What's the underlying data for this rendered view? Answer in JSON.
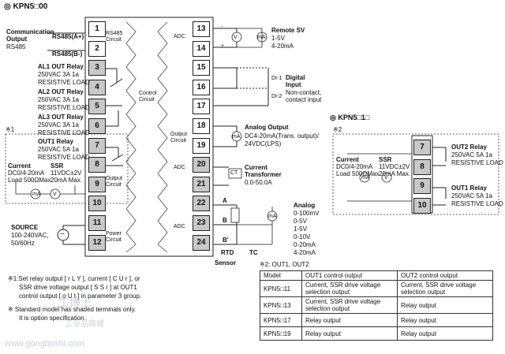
{
  "titles": {
    "main": "◎ KPN5□00",
    "right": "◎ KPN5□1□",
    "note1_mark": "※1",
    "note2_mark": "※2"
  },
  "terminals_left": [
    "1",
    "2",
    "3",
    "4",
    "5",
    "6",
    "7",
    "8",
    "9",
    "10",
    "11",
    "12"
  ],
  "terminals_right": [
    "13",
    "14",
    "15",
    "16",
    "17",
    "18",
    "19",
    "20",
    "21",
    "22",
    "23",
    "24"
  ],
  "terminals_sub": [
    "7",
    "8",
    "9",
    "10"
  ],
  "block_labels": {
    "rs485_circuit": [
      "RS485",
      "Circuit"
    ],
    "control_circuit": [
      "Control",
      "Circuit"
    ],
    "output_circuit": [
      "Output",
      "Circuit"
    ],
    "power_circuit": [
      "Power",
      "Circuit"
    ],
    "output_circuit_right": [
      "Output",
      "Circuit"
    ],
    "adc_13": "ADC",
    "adc_20": "ADC",
    "adc_23": "ADC"
  },
  "left_labels": {
    "comm_title": [
      "Communication",
      "Output"
    ],
    "comm_sub": "RS485",
    "rs485_a": "RS485(A+)",
    "rs485_b": "RS485(B-)",
    "al1_title": "AL1 OUT Relay",
    "al1_l1": "250VAC 3A 1a",
    "al1_l2": "RESISTIVE LOAD",
    "al2_title": "AL2 OUT Relay",
    "al2_l1": "250VAC 3A 1a",
    "al2_l2": "RESISTIVE LOAD",
    "al3_title": "AL3 OUT Relay",
    "al3_l1": "250VAC 3A 1a",
    "al3_l2": "RESISTIVE LOAD",
    "out1_title": "OUT1 Relay",
    "out1_l1": "250VAC 5A 1a",
    "out1_l2": "RESISTIVE LOAD",
    "current_title": "Current",
    "current_l1": "DC0/4-20mA",
    "current_l2": "Load 500ΩMax.",
    "ssr_title": "SSR",
    "ssr_l1": "11VDC±2V",
    "ssr_l2": "20mA Max.",
    "source_title": "SOURCE",
    "source_l1": "100-240VAC,",
    "source_l2": "50/60Hz"
  },
  "right_labels": {
    "remote_title": "Remote SV",
    "remote_l1": "1-5V",
    "remote_l2": "4-20mA",
    "digital_title": [
      "Digital",
      "Input"
    ],
    "digital_l1": "Non-contact,",
    "digital_l2": "contact input",
    "di1": "DI-1",
    "di2": "DI-2",
    "analog_out_title": "Analog Output",
    "analog_out_l1": "DC4-20mA(Trans. output)/",
    "analog_out_l2": "24VDC(LPS)",
    "ct_title": [
      "Current",
      "Transformer"
    ],
    "ct_l1": "0.0-50.0A",
    "ct_box": "CT",
    "analog_title": "Analog",
    "analog_ranges": [
      "0-100mV",
      "0-5V",
      "1-5V",
      "0-10V",
      "0-20mA",
      "4-20mA"
    ],
    "rtd_a": "A",
    "rtd_b": "B",
    "rtd_bp": "B'",
    "rtd": "RTD",
    "tc": "TC",
    "sensor": "Sensor"
  },
  "sub_labels": {
    "out2_title": "OUT2 Relay",
    "out2_l1": "250VAC 5A 1a",
    "out2_l2": "RESISTIVE LOAD",
    "out1_title": "OUT1 Relay",
    "out1_l1": "250VAC 5A 1a",
    "out1_l2": "RESISTIVE LOAD",
    "current_title": "Current",
    "current_l1": "DC0/4-20mA",
    "current_l2": "Load 500ΩMax.",
    "ssr_title": "SSR",
    "ssr_l1": "11VDC±2V",
    "ssr_l2": "20mA Max."
  },
  "symbols": {
    "v": "V",
    "ma": "mA",
    "plus": "+",
    "minus": "-",
    "tilde": "~",
    "ohm": "Ω"
  },
  "notes": {
    "n1_l1": "※1:Set relay output [ r L Y ], current [ C U r ], or",
    "n1_l2": "SSR drive voltage output [ S S r ] at OUT1",
    "n1_l3": "control output [ o U t ] in parameter 3 group.",
    "n2_l1": "※ Standard model has shaded terminals only.",
    "n2_l2": "It is option specification."
  },
  "table": {
    "caption": "※2: OUT1, OUT2",
    "headers": [
      "Model",
      "OUT1 control output",
      "OUT2 control output"
    ],
    "rows": [
      [
        "KPN5□11",
        "Current, SSR drive voltage selection output",
        "Current, SSR drive voltage selection output"
      ],
      [
        "KPN5□13",
        "Current, SSR drive voltage selection output",
        "Relay output"
      ],
      [
        "KPN5□17",
        "Relay output",
        "Relay output"
      ],
      [
        "KPN5□19",
        "Relay output",
        "Relay output"
      ]
    ]
  },
  "watermark": {
    "site": "www.gongboshi.com",
    "cn": "工博士",
    "cn2": "工业品商城"
  }
}
